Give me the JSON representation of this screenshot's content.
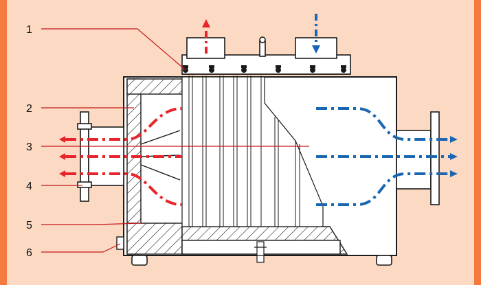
{
  "diagram": {
    "callouts": [
      {
        "label": "1"
      },
      {
        "label": "2"
      },
      {
        "label": "3"
      },
      {
        "label": "4"
      },
      {
        "label": "5"
      },
      {
        "label": "6"
      }
    ],
    "colors": {
      "background": "#fbd9c2",
      "border": "#f47a3d",
      "hot_flow": "#e8242a",
      "cold_flow": "#1a66b3",
      "transition_flow": "#8a4a8c",
      "outline": "#1a1a1a",
      "fill": "#ffffff"
    }
  }
}
